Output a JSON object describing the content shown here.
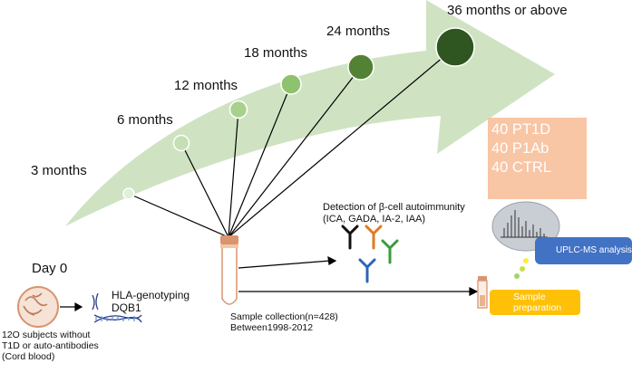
{
  "timepoints": [
    {
      "label": "Day 0"
    },
    {
      "label": "3 months"
    },
    {
      "label": "6 months"
    },
    {
      "label": "12 months"
    },
    {
      "label": "18 months"
    },
    {
      "label": "24 months"
    },
    {
      "label": "36 months or above"
    }
  ],
  "subjects_caption": "12O subjects without\nT1D or auto-antibodies\n(Cord blood)",
  "genotyping": {
    "line1": "HLA-genotyping",
    "line2": "DQB1"
  },
  "sample_collection": "Sample collection(n=428)\nBetween1998-2012",
  "autoimmunity": {
    "title": "Detection of β-cell autoimmunity",
    "markers": "(ICA, GADA, IA-2, IAA)"
  },
  "groups": [
    "40 PT1D",
    "40 P1Ab",
    "40 CTRL"
  ],
  "uplc_label": "UPLC-MS analysis",
  "sample_prep_label": "Sample\npreparation",
  "colors": {
    "arrow": "#cfe3c3",
    "group_box": "#f8c5a5",
    "uplc_box": "#4272c4",
    "prep_box": "#ffc107",
    "tube_cap": "#d9956f",
    "circle_dark": "#2f5620",
    "circle_light": "#d7ebc9"
  }
}
